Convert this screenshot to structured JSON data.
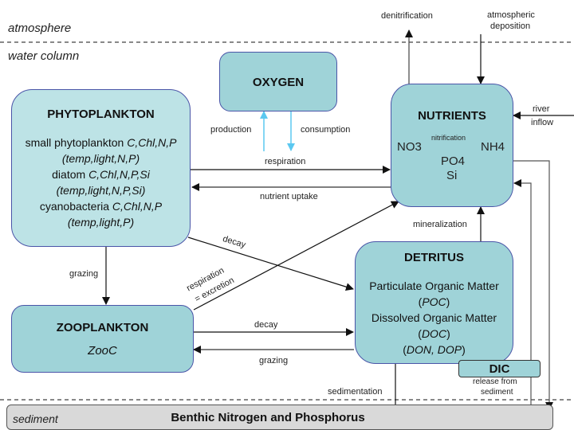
{
  "zones": {
    "atmosphere": "atmosphere",
    "water_column": "water column",
    "sediment": "sediment"
  },
  "boxes": {
    "phytoplankton": {
      "title": "PHYTOPLANKTON",
      "lines": [
        {
          "name": "small phytoplankton",
          "vars": "C,Chl,N,P",
          "limits": "(temp,light,N,P)"
        },
        {
          "name": "diatom",
          "vars": "C,Chl,N,P,Si",
          "limits": "(temp,light,N,P,Si)"
        },
        {
          "name": "cyanobacteria",
          "vars": "C,Chl,N,P",
          "limits": "(temp,light,P)"
        }
      ]
    },
    "oxygen": {
      "title": "OXYGEN"
    },
    "nutrients": {
      "title": "NUTRIENTS",
      "no3": "NO3",
      "nh4": "NH4",
      "po4": "PO4",
      "si": "Si",
      "nitrification": "nitrification"
    },
    "zooplankton": {
      "title": "ZOOPLANKTON",
      "var": "ZooC"
    },
    "detritus": {
      "title": "DETRITUS",
      "pom": "Particulate Organic Matter",
      "pom_open": "(",
      "poc": "POC",
      "pom_close": ")",
      "dom": "Dissolved Organic Matter",
      "doc": "DOC",
      "don_dop": "DON, DOP"
    },
    "dic": {
      "title": "DIC"
    },
    "benthic": {
      "title": "Benthic Nitrogen and Phosphorus"
    }
  },
  "flows": {
    "denitrification": "denitrification",
    "atmospheric_deposition_1": "atmospheric",
    "atmospheric_deposition_2": "deposition",
    "river_1": "river",
    "river_2": "inflow",
    "production": "production",
    "consumption": "consumption",
    "respiration": "respiration",
    "nutrient_uptake": "nutrient uptake",
    "decay_phyto": "decay",
    "grazing_phyto": "grazing",
    "resp_excretion_1": "respiration",
    "resp_excretion_2": "= excretion",
    "mineralization": "mineralization",
    "decay_zoo": "decay",
    "grazing_zoo": "grazing",
    "sedimentation": "sedimentation",
    "release_1": "release from",
    "release_2": "sediment"
  }
}
